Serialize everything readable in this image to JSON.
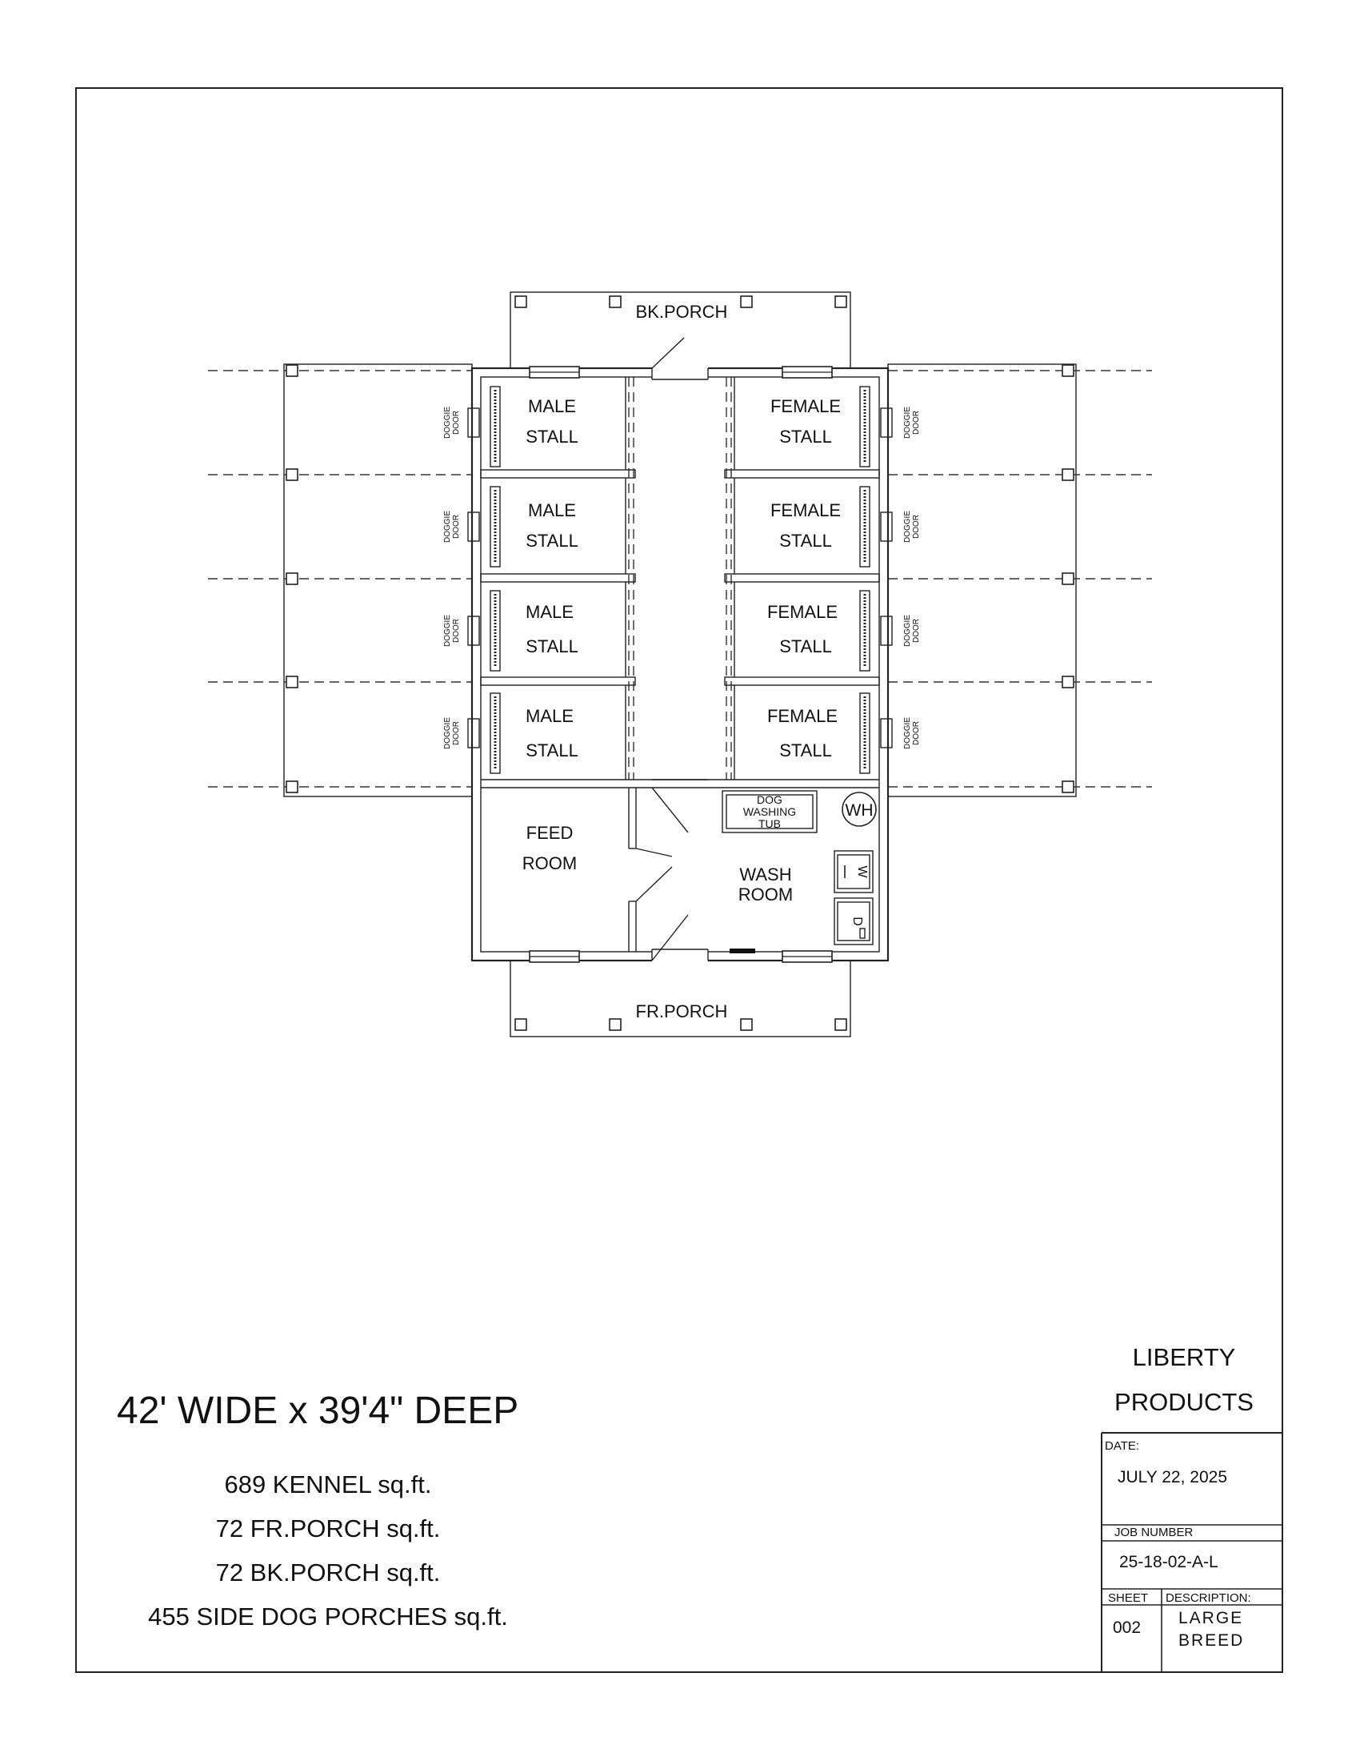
{
  "plan": {
    "porch_back": "BK.PORCH",
    "porch_front": "FR.PORCH",
    "stalls_left": [
      {
        "line1": "MALE",
        "line2": "STALL"
      },
      {
        "line1": "MALE",
        "line2": "STALL"
      },
      {
        "line1": "MALE",
        "line2": "STALL"
      },
      {
        "line1": "MALE",
        "line2": "STALL"
      }
    ],
    "stalls_right": [
      {
        "line1": "FEMALE",
        "line2": "STALL"
      },
      {
        "line1": "FEMALE",
        "line2": "STALL"
      },
      {
        "line1": "FEMALE",
        "line2": "STALL"
      },
      {
        "line1": "FEMALE",
        "line2": "STALL"
      }
    ],
    "doggie_door": {
      "line1": "DOGGIE",
      "line2": "DOOR"
    },
    "feed_room": {
      "line1": "FEED",
      "line2": "ROOM"
    },
    "wash_room": {
      "line1": "WASH",
      "line2": "ROOM"
    },
    "tub": {
      "line1": "DOG",
      "line2": "WASHING",
      "line3": "TUB"
    },
    "water_heater": "WH",
    "washer": "W",
    "dryer": "D"
  },
  "summary": {
    "dimensions": "42' WIDE x 39'4\" DEEP",
    "areas": [
      "689 KENNEL sq.ft.",
      "72 FR.PORCH sq.ft.",
      "72 BK.PORCH sq.ft.",
      "455 SIDE DOG PORCHES sq.ft."
    ]
  },
  "company": {
    "line1": "LIBERTY",
    "line2": "PRODUCTS"
  },
  "title_block": {
    "date_label": "DATE:",
    "date_value": "JULY 22, 2025",
    "job_label": "JOB NUMBER",
    "job_value": "25-18-02-A-L",
    "sheet_label": "SHEET",
    "sheet_value": "002",
    "description_label": "DESCRIPTION:",
    "description_line1": "LARGE",
    "description_line2": "BREED"
  }
}
